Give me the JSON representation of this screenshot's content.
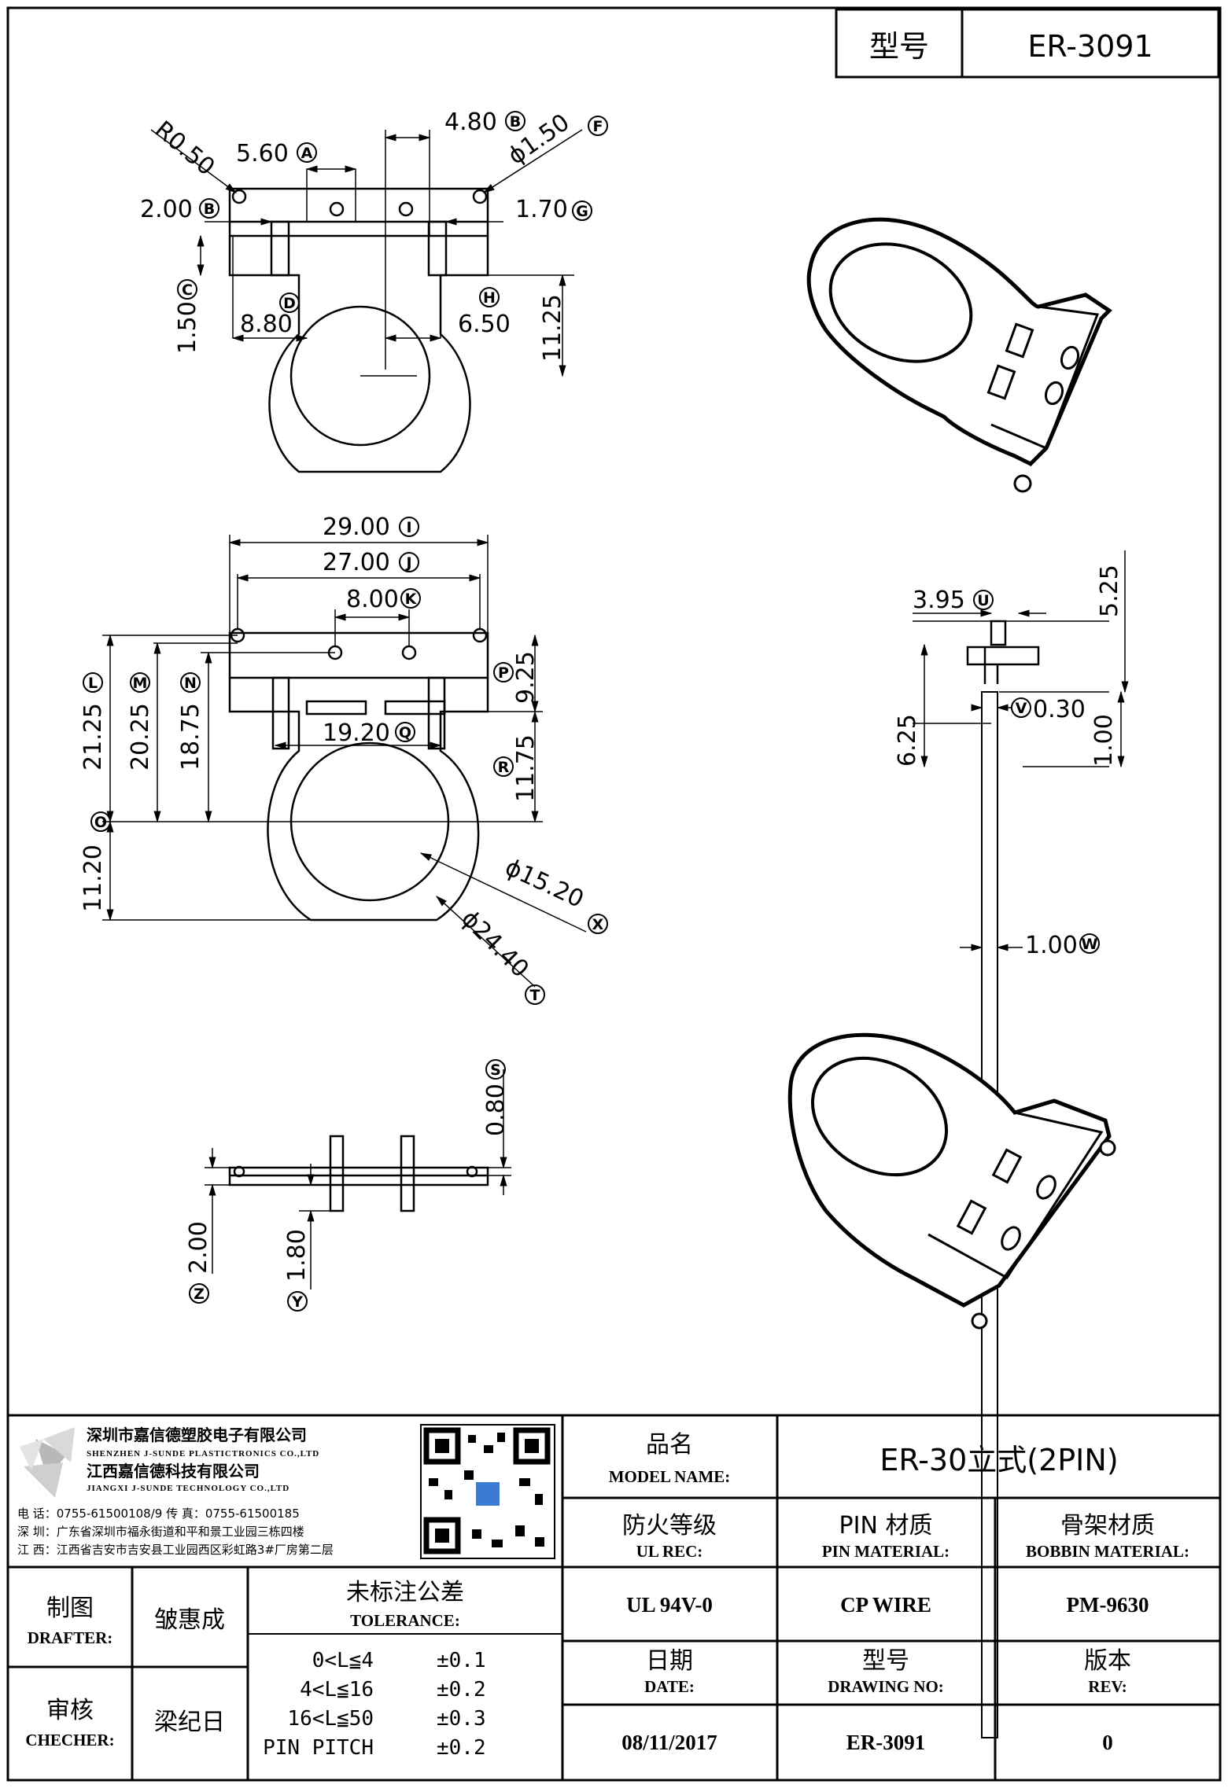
{
  "header": {
    "model_label": "型号",
    "model_value": "ER-3091"
  },
  "views": {
    "top": {
      "r050": "R0.50",
      "d560": "5.60",
      "c560": "A",
      "d480": "4.80",
      "c480": "B",
      "phi150": "ϕ1.50",
      "c150": "F",
      "d200": "2.00",
      "c200": "B",
      "d170": "1.70",
      "c170": "G",
      "d150v": "1.50",
      "c150v": "C",
      "d880": "8.80",
      "c880": "D",
      "d650": "6.50",
      "c650": "H",
      "d1125": "11.25"
    },
    "front": {
      "d2900": "29.00",
      "c2900": "I",
      "d2700": "27.00",
      "c2700": "J",
      "d800": "8.00",
      "c800": "K",
      "d2125": "21.25",
      "c2125": "L",
      "d2025": "20.25",
      "c2025": "M",
      "d1875": "18.75",
      "c1875": "N",
      "d925": "9.25",
      "c925": "P",
      "d1920": "19.20",
      "c1920": "Q",
      "d1175": "11.75",
      "c1175": "R",
      "d1120": "11.20",
      "c1120": "O",
      "phi1520": "ϕ15.20",
      "c1520": "X",
      "phi2440": "ϕ24.40",
      "c2440": "T"
    },
    "side": {
      "d395": "3.95",
      "c395": "U",
      "d525": "5.25",
      "d625": "6.25",
      "d030": "0.30",
      "c030": "V",
      "d100": "1.00",
      "d100b": "1.00",
      "c100b": "W"
    },
    "bottom": {
      "d080": "0.80",
      "c080": "S",
      "d200": "2.00",
      "c200": "Z",
      "d180": "1.80",
      "c180": "Y"
    }
  },
  "company": {
    "name_sz": "深圳市嘉信德塑胶电子有限公司",
    "name_sz_en": "SHENZHEN J-SUNDE PLASTICTRONICS CO.,LTD",
    "name_jx": "江西嘉信德科技有限公司",
    "name_jx_en": "JIANGXI J-SUNDE TECHNOLOGY CO.,LTD",
    "tel": "电 话：0755-61500108/9     传 真：0755-61500185",
    "addr_sz": "深 圳：广东省深圳市福永街道和平和景工业园三栋四楼",
    "addr_jx": "江 西：江西省吉安市吉安县工业园西区彩虹路3#厂房第二层"
  },
  "titleblock": {
    "product_cn": "品名",
    "product_en": "MODEL NAME:",
    "product_value": "ER-30立式(2PIN)",
    "ul_cn": "防火等级",
    "ul_en": "UL REC:",
    "pin_cn": "PIN 材质",
    "pin_en": "PIN MATERIAL:",
    "bobbin_cn": "骨架材质",
    "bobbin_en": "BOBBIN MATERIAL:",
    "ul_value": "UL 94V-0",
    "pin_value": "CP WIRE",
    "bobbin_value": "PM-9630",
    "drafter_cn": "制图",
    "drafter_en": "DRAFTER:",
    "drafter_name": "皱惠成",
    "checker_cn": "审核",
    "checker_en": "CHECHER:",
    "checker_name": "梁纪日",
    "tol_cn": "未标注公差",
    "tol_en": "TOLERANCE:",
    "tol_rows": [
      {
        "range": "0<L≦4",
        "value": "±0.1"
      },
      {
        "range": "4<L≦16",
        "value": "±0.2"
      },
      {
        "range": "16<L≦50",
        "value": "±0.3"
      },
      {
        "range": "PIN PITCH",
        "value": "±0.2"
      }
    ],
    "date_cn": "日期",
    "date_en": "DATE:",
    "dwg_cn": "型号",
    "dwg_en": "DRAWING NO:",
    "rev_cn": "版本",
    "rev_en": "REV:",
    "date_value": "08/11/2017",
    "dwg_value": "ER-3091",
    "rev_value": "0"
  }
}
